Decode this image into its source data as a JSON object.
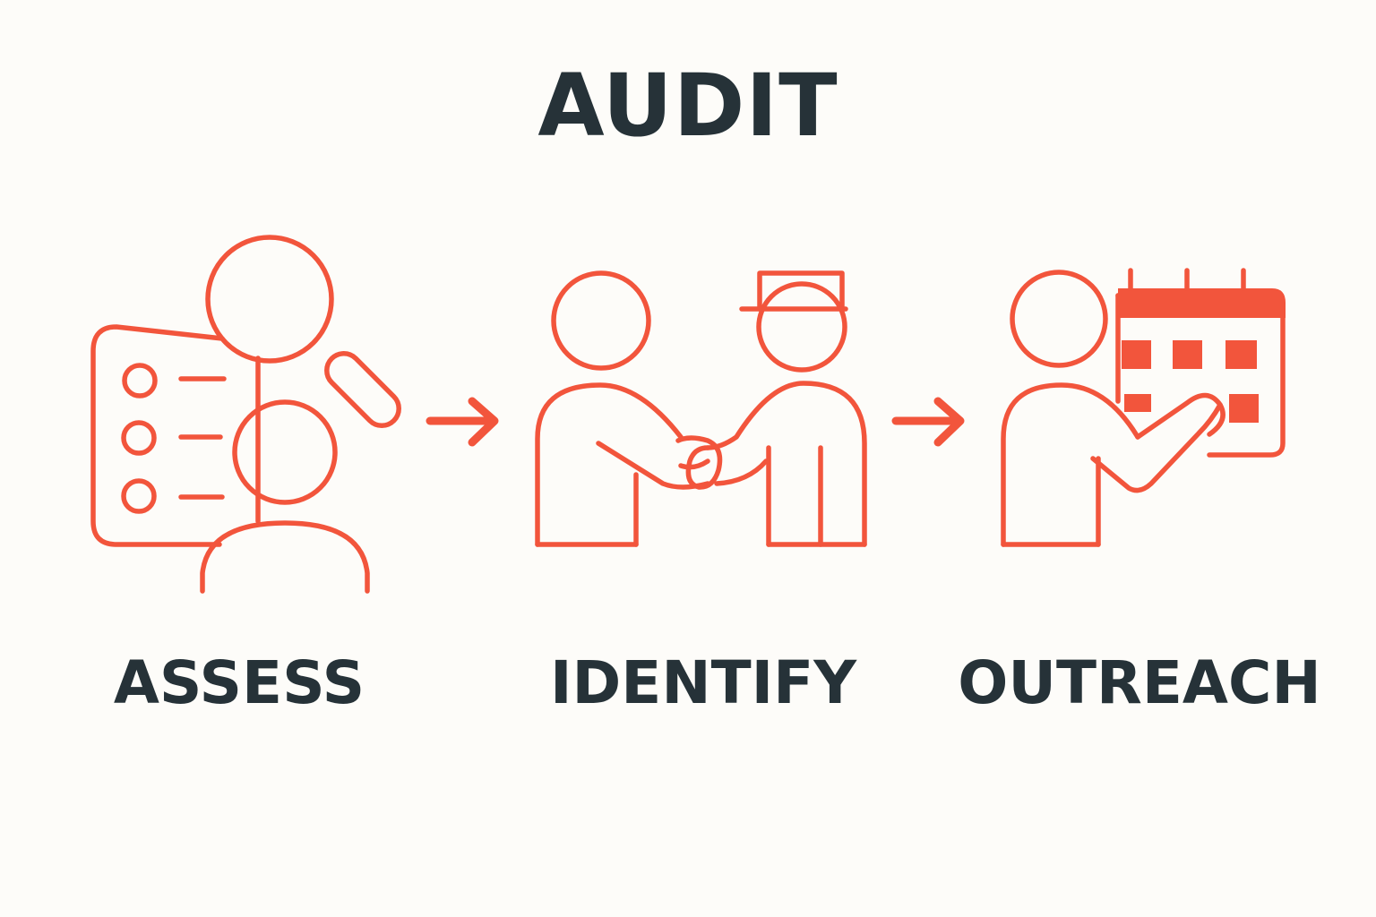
{
  "title": "AUDIT",
  "accent_color": "#f2553c",
  "text_color": "#263238",
  "steps": [
    {
      "label": "ASSESS",
      "icon": "checklist-person-icon"
    },
    {
      "label": "IDENTIFY",
      "icon": "handshake-icon"
    },
    {
      "label": "OUTREACH",
      "icon": "calendar-person-icon"
    }
  ],
  "connectors": [
    "arrow-right-icon",
    "arrow-right-icon"
  ]
}
